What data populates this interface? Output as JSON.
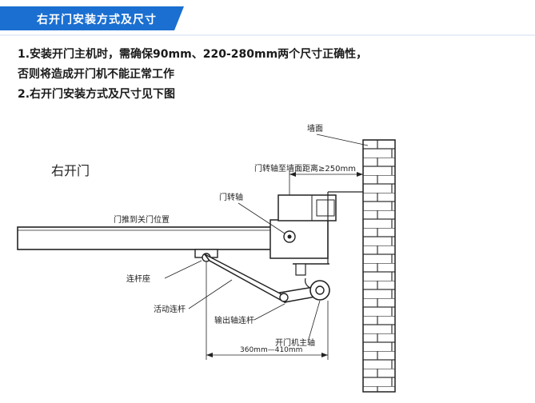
{
  "banner": {
    "title": "右开门安装方式及尺寸",
    "color": "#1a6fd1"
  },
  "instructions": {
    "line1": "1.安装开门主机时，需确保90mm、220-280mm两个尺寸正确性，",
    "line2": "否则将造成开门机不能正常工作",
    "line3": "2.右开门安装方式及尺寸见下图"
  },
  "diagram": {
    "title": "右开门",
    "labels": {
      "wall": "墙面",
      "pivot_distance": "门转轴至墙面距离≥250mm",
      "pivot": "门转轴",
      "closed_position": "门推到关门位置",
      "link_base": "连杆座",
      "moving_link": "活动连杆",
      "output_link": "输出轴连杆",
      "motor": "开门机主轴",
      "dimension": "360mm—410mm"
    }
  }
}
